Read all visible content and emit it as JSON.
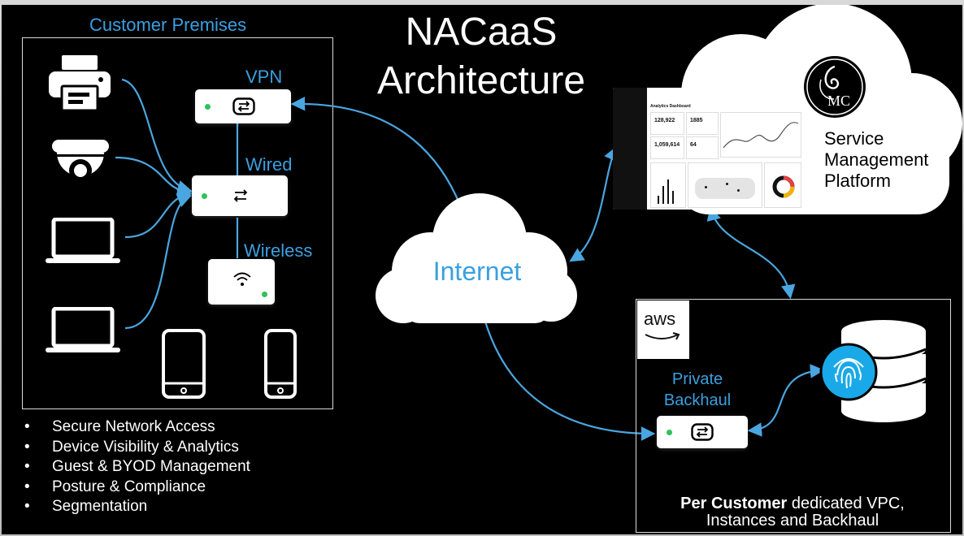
{
  "title": {
    "line1": "NACaaS",
    "line2": "Architecture"
  },
  "premises": {
    "label": "Customer Premises",
    "vpn_label": "VPN",
    "wired_label": "Wired",
    "wireless_label": "Wireless"
  },
  "internet": {
    "label": "Internet"
  },
  "platform": {
    "logo_text": "MC",
    "label_lines": [
      "Service",
      "Management",
      "Platform"
    ],
    "dashboard": {
      "title": "Analytics Dashboard",
      "stats": [
        {
          "value": "128,922"
        },
        {
          "value": "1885"
        },
        {
          "value": "1,059,614"
        },
        {
          "value": "64"
        }
      ]
    }
  },
  "aws": {
    "logo": "aws",
    "backhaul_lines": [
      "Private",
      "Backhaul"
    ],
    "caption_bold": "Per Customer",
    "caption_rest": " dedicated VPC,",
    "caption_line2": "Instances and Backhaul"
  },
  "features": [
    "Secure Network Access",
    "Device Visibility & Analytics",
    "Guest & BYOD Management",
    "Posture & Compliance",
    "Segmentation"
  ],
  "colors": {
    "background": "#000000",
    "accent_blue": "#3aa0e0",
    "connector": "#4aa6e0",
    "status_led": "#2ec25a",
    "fingerprint": "#1aa9e8"
  }
}
